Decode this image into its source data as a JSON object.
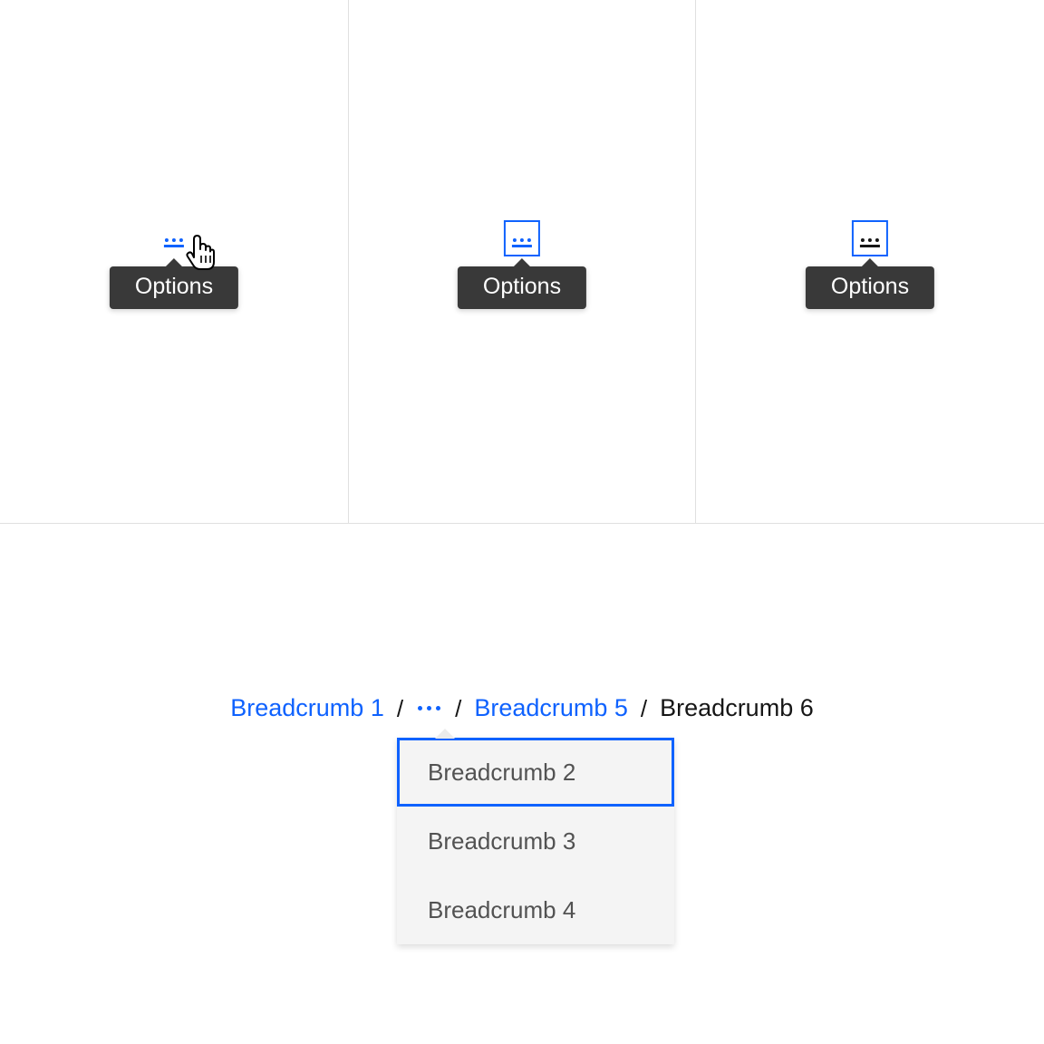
{
  "specimens": [
    {
      "state": "hover",
      "trigger_icon": "overflow-menu-horizontal-icon",
      "tooltip_label": "Options",
      "cursor": "pointer-hand-cursor"
    },
    {
      "state": "focus",
      "trigger_icon": "overflow-menu-horizontal-icon",
      "tooltip_label": "Options"
    },
    {
      "state": "active",
      "trigger_icon": "overflow-menu-horizontal-icon",
      "tooltip_label": "Options"
    }
  ],
  "breadcrumb": {
    "items": [
      {
        "label": "Breadcrumb 1",
        "type": "link"
      },
      {
        "label": "...",
        "type": "overflow"
      },
      {
        "label": "Breadcrumb 5",
        "type": "link"
      },
      {
        "label": "Breadcrumb 6",
        "type": "current"
      }
    ],
    "separator": "/",
    "overflow_menu": {
      "items": [
        {
          "label": "Breadcrumb 2",
          "focused": true
        },
        {
          "label": "Breadcrumb 3",
          "focused": false
        },
        {
          "label": "Breadcrumb 4",
          "focused": false
        }
      ]
    }
  },
  "colors": {
    "link": "#0f62fe",
    "focus": "#0f62fe",
    "tooltip_bg": "#393939",
    "tooltip_text": "#ffffff",
    "menu_bg": "#f4f4f4",
    "menu_text": "#525252",
    "current_text": "#161616",
    "divider": "#e0e0e0"
  }
}
